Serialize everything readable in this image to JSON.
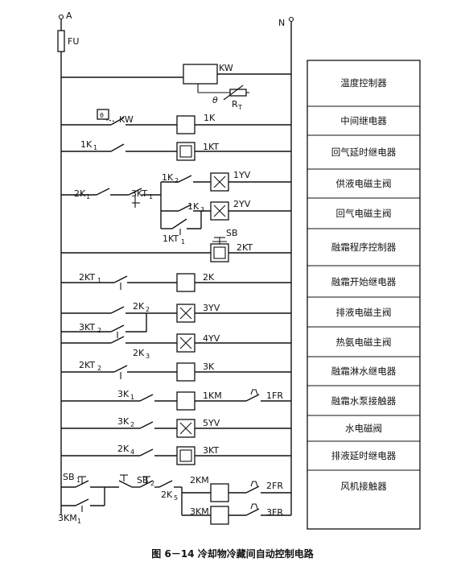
{
  "terminals": {
    "left": "A",
    "right": "N",
    "fuse": "FU"
  },
  "controller": {
    "label": "KW",
    "sensor": "R",
    "sensor_sub": "T",
    "theta": "θ"
  },
  "thermostat": {
    "theta": "θ",
    "contact": "KW"
  },
  "row_labels": {
    "k1": "1K",
    "kt1": "1KT",
    "c_1k1": "1K",
    "c_1k1_sub": "1",
    "c_2k1": "2K",
    "c_2k1_sub": "1",
    "c_3kt1": "3KT",
    "c_3kt1_sub": "1",
    "c_1k2": "1K",
    "c_1k2_sub": "2",
    "c_1k3": "1K",
    "c_1k3_sub": "3",
    "c_1kt1": "1KT",
    "c_1kt1_sub": "1",
    "yv1": "1YV",
    "yv2": "2YV",
    "sb": "SB",
    "kt2": "2KT",
    "c_2kt1": "2KT",
    "c_2kt1_sub": "1",
    "k2": "2K",
    "c_2k2": "2K",
    "c_2k2_sub": "2",
    "yv3": "3YV",
    "c_3kt2": "3KT",
    "c_3kt2_sub": "2",
    "yv4": "4YV",
    "c_2k3": "2K",
    "c_2k3_sub": "3",
    "c_2kt2": "2KT",
    "c_2kt2_sub": "2",
    "k3": "3K",
    "c_3k1": "3K",
    "c_3k1_sub": "1",
    "km1": "1KM",
    "fr1": "1FR",
    "c_3k2": "3K",
    "c_3k2_sub": "2",
    "yv5": "5YV",
    "c_2k4": "2K",
    "c_2k4_sub": "4",
    "kt3": "3KT",
    "sb1": "SB",
    "sb1_sub": "1",
    "sb2": "SB",
    "sb2_sub": "2",
    "c_2k5": "2K",
    "c_2k5_sub": "5",
    "km2": "2KM",
    "fr2": "2FR",
    "c_3km1": "3KM",
    "c_3km1_sub": "1",
    "km3": "3KM",
    "fr3": "3FR"
  },
  "legend": [
    "温度控制器",
    "中间继电器",
    "回气延时继电器",
    "供液电磁主阀",
    "回气电磁主阀",
    "融霜程序控制器",
    "融霜开始继电器",
    "排液电磁主阀",
    "热氨电磁主阀",
    "融霜淋水继电器",
    "融霜水泵接触器",
    "水电磁阀",
    "排液延时继电器",
    "风机接触器"
  ],
  "caption": "图 6－14   冷却物冷藏间自动控制电路"
}
